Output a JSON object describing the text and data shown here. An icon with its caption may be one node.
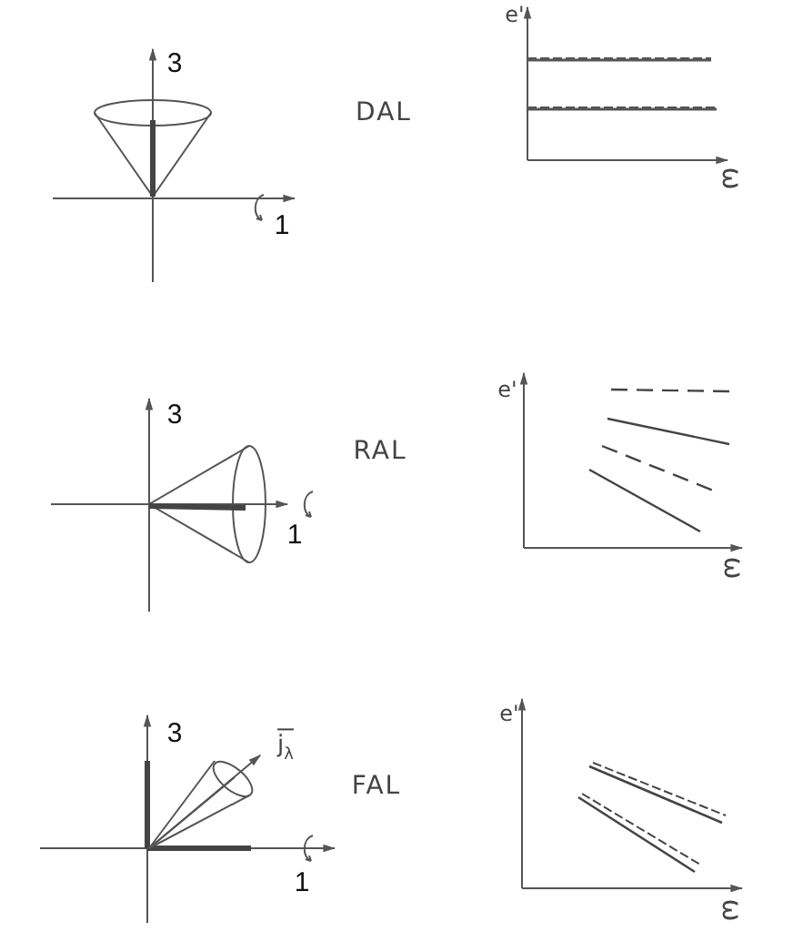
{
  "diagram": {
    "labels": [
      "e'",
      "3",
      "DAL",
      "ω",
      "1",
      "e'",
      "3",
      "RAL",
      "1",
      "ω",
      "3",
      "j$_{λ}$",
      "e'",
      "FAL",
      "1",
      "ω"
    ]
  }
}
